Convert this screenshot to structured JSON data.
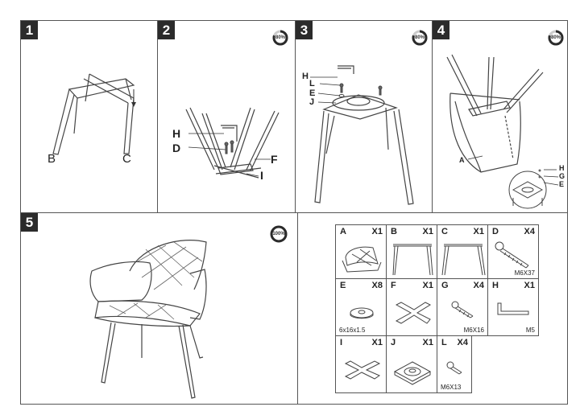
{
  "steps": [
    {
      "number": "1",
      "labels": [
        "B",
        "C"
      ]
    },
    {
      "number": "2",
      "progress": "80%",
      "progress_fraction": 0.8,
      "labels": [
        "H",
        "D",
        "F",
        "I"
      ]
    },
    {
      "number": "3",
      "progress": "80%",
      "progress_fraction": 0.8,
      "labels": [
        "H",
        "L",
        "E",
        "J"
      ]
    },
    {
      "number": "4",
      "progress": "80%",
      "progress_fraction": 0.8,
      "labels": [
        "A",
        "H",
        "G",
        "E"
      ]
    },
    {
      "number": "5",
      "progress": "100%",
      "progress_fraction": 1.0
    }
  ],
  "parts": [
    {
      "letter": "A",
      "qty": "X1",
      "spec": ""
    },
    {
      "letter": "B",
      "qty": "X1",
      "spec": ""
    },
    {
      "letter": "C",
      "qty": "X1",
      "spec": ""
    },
    {
      "letter": "D",
      "qty": "X4",
      "spec": "M6X37"
    },
    {
      "letter": "E",
      "qty": "X8",
      "spec": "6x16x1.5"
    },
    {
      "letter": "F",
      "qty": "X1",
      "spec": ""
    },
    {
      "letter": "G",
      "qty": "X4",
      "spec": "M6X16"
    },
    {
      "letter": "H",
      "qty": "X1",
      "spec": "M5"
    },
    {
      "letter": "I",
      "qty": "X1",
      "spec": ""
    },
    {
      "letter": "J",
      "qty": "X1",
      "spec": ""
    },
    {
      "letter": "L",
      "qty": "X4",
      "spec": "M6X13"
    }
  ]
}
